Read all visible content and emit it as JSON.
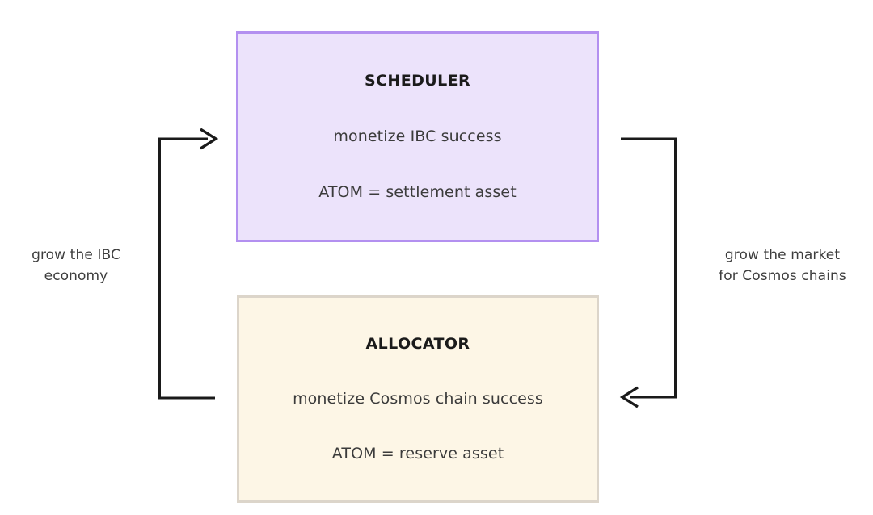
{
  "diagram": {
    "type": "cycle-diagram",
    "background_color": "#ffffff",
    "nodes": [
      {
        "id": "scheduler",
        "title": "SCHEDULER",
        "line1": "monetize IBC success",
        "line2": "ATOM = settlement asset",
        "fill_color": "#ECE3FB",
        "border_color": "#B390F0"
      },
      {
        "id": "allocator",
        "title": "ALLOCATOR",
        "line1": "monetize Cosmos chain success",
        "line2": "ATOM = reserve asset",
        "fill_color": "#FDF6E6",
        "border_color": "#DCD5CA"
      }
    ],
    "edges": [
      {
        "id": "allocator-to-scheduler",
        "label": "grow the IBC\neconomy",
        "from": "allocator",
        "to": "scheduler",
        "side": "left",
        "color": "#1a1a1a"
      },
      {
        "id": "scheduler-to-allocator",
        "label": "grow the market\nfor Cosmos chains",
        "from": "scheduler",
        "to": "allocator",
        "side": "right",
        "color": "#1a1a1a"
      }
    ]
  }
}
